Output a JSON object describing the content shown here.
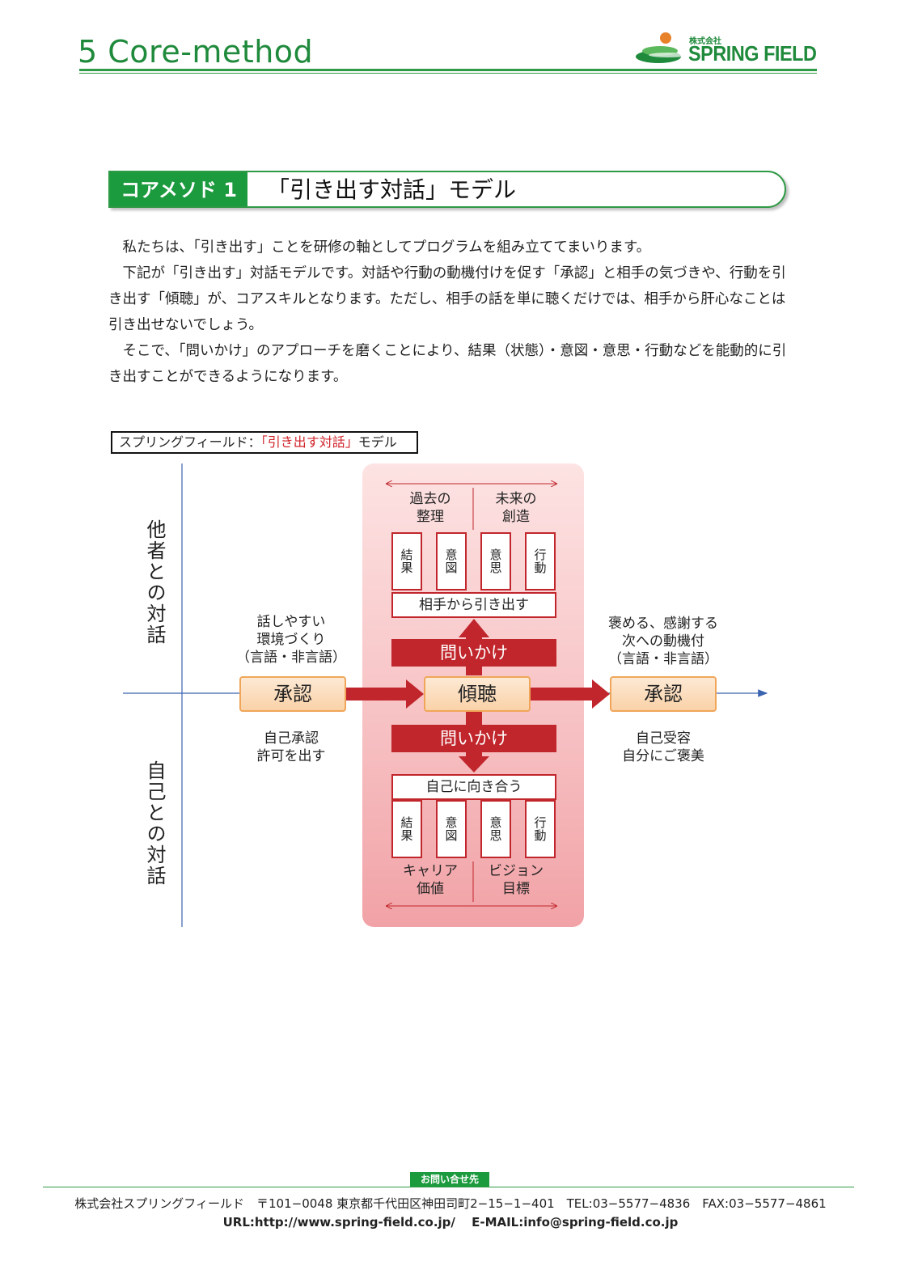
{
  "header": {
    "title": "5 Core-method",
    "logo_kabushiki": "株式会社",
    "logo_name": "SPRING FIELD",
    "colors": {
      "green": "#1f8a3b",
      "orange": "#e8822a"
    }
  },
  "section": {
    "tag": "コアメソド 1",
    "title": "「引き出す対話」モデル"
  },
  "body": {
    "p1": "私たちは、「引き出す」ことを研修の軸としてプログラムを組み立ててまいります。",
    "p2": "下記が「引き出す」対話モデルです。対話や行動の動機付けを促す「承認」と相手の気づきや、行動を引き出す「傾聴」が、コアスキルとなります。ただし、相手の話を単に聴くだけでは、相手から肝心なことは引き出せないでしょう。",
    "p3": "そこで、「問いかけ」のアプローチを磨くことにより、結果（状態）・意図・意思・行動などを能動的に引き出すことができるようになります。"
  },
  "model": {
    "label_prefix": "スプリングフィールド：",
    "label_red": "「引き出す対話」",
    "label_suffix": "モデル",
    "axis_top": "他者との対話",
    "axis_bottom": "自己との対話",
    "top_left": "過去の\n整理",
    "top_right": "未来の\n創造",
    "cells": [
      "結果",
      "意図",
      "意思",
      "行動"
    ],
    "top_box": "相手から引き出す",
    "question": "問いかけ",
    "center": "傾聴",
    "left_box": "承認",
    "right_box": "承認",
    "left_above": "話しやすい\n環境づくり\n（言語・非言語）",
    "left_below": "自己承認\n許可を出す",
    "right_above": "褒める、感謝する\n次への動機付\n（言語・非言語）",
    "right_below": "自己受容\n自分にご褒美",
    "bottom_box": "自己に向き合う",
    "bottom_left": "キャリア\n価値",
    "bottom_right": "ビジョン\n目標",
    "colors": {
      "red": "#c0262c",
      "blue": "#3a63b0",
      "orange_border": "#f0a65a"
    }
  },
  "footer": {
    "tag": "お問い合せ先",
    "line1": "株式会社スプリングフィールド　〒101−0048 東京都千代田区神田司町2−15−1−401　TEL:03−5577−4836　FAX:03−5577−4861",
    "line2": "URL:http://www.spring-field.co.jp/　 E-MAIL:info@spring-field.co.jp"
  }
}
